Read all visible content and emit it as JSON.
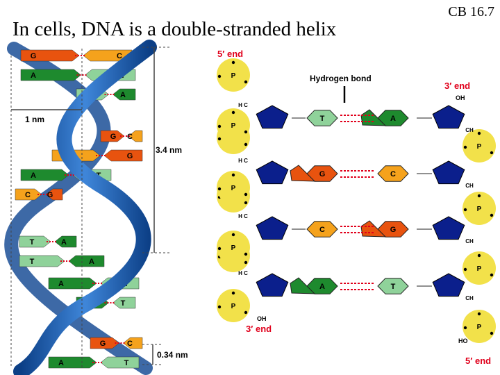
{
  "slide": {
    "title": "In cells, DNA is a double-stranded helix",
    "ref": "CB 16.7"
  },
  "helix": {
    "width_label": "1 nm",
    "pitch_label": "3.4 nm",
    "rise_label": "0.34 nm",
    "rungs": [
      {
        "left": "G",
        "right": "C"
      },
      {
        "left": "A",
        "right": "T"
      },
      {
        "left": "T",
        "right": "A"
      },
      {
        "left": "G",
        "right": "C"
      },
      {
        "left": "C",
        "right": "G"
      },
      {
        "left": "A",
        "right": "T"
      },
      {
        "left": "C",
        "right": "G"
      },
      {
        "left": "T",
        "right": "A"
      },
      {
        "left": "T",
        "right": "A"
      },
      {
        "left": "A",
        "right": "T"
      },
      {
        "left": "A",
        "right": "T"
      },
      {
        "left": "G",
        "right": "C"
      },
      {
        "left": "A",
        "right": "T"
      }
    ]
  },
  "chem": {
    "five_prime_top": "5′ end",
    "three_prime_top": "3′ end",
    "three_prime_bottom": "3′ end",
    "five_prime_bottom": "5′ end",
    "hbond_label": "Hydrogen bond",
    "oh": "OH",
    "ho": "HO",
    "ch": "CH",
    "hc": "H C",
    "p": "P",
    "pairs": [
      {
        "left": "T",
        "right": "A"
      },
      {
        "left": "G",
        "right": "C"
      },
      {
        "left": "C",
        "right": "G"
      },
      {
        "left": "A",
        "right": "T"
      }
    ]
  },
  "colors": {
    "G": "#e8530f",
    "C": "#f5a21c",
    "A": "#1e8a2e",
    "T": "#8fd29a",
    "backbone": "#1f5ea8",
    "phosphate": "#f2e14a",
    "sugar": "#0b1f8c",
    "accent_red": "#e0001b"
  }
}
